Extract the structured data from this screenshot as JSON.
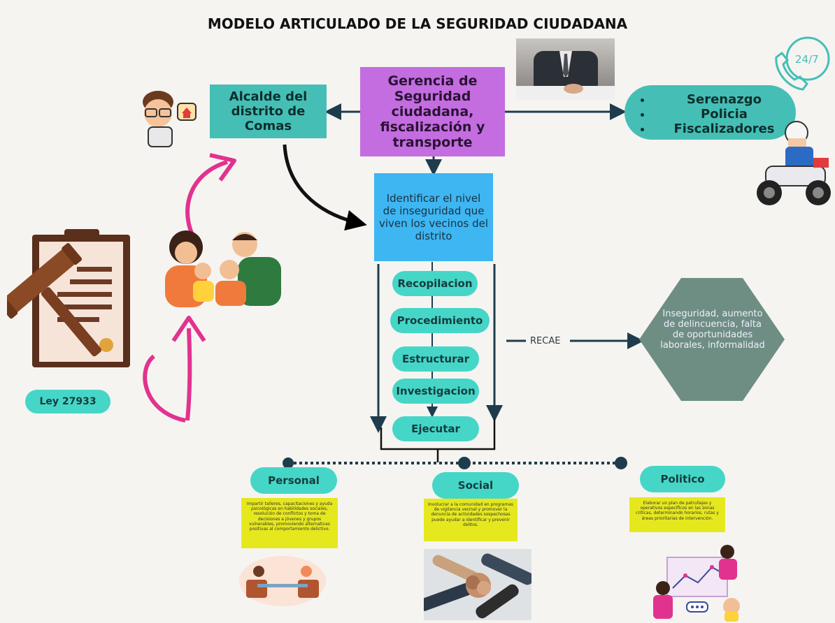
{
  "title": "MODELO ARTICULADO DE LA SEGURIDAD CIUDADANA",
  "alcalde": "Alcalde del distrito de Comas",
  "gerencia": "Gerencia de Seguridad ciudadana, fiscalización y transporte",
  "agents": [
    "Serenazgo",
    "Policia",
    "Fiscalizadores"
  ],
  "identificar": "Identificar el nivel de inseguridad que viven los vecinos del distrito",
  "steps": [
    "Recopilacion",
    "Procedimiento",
    "Estructurar",
    "Investigacion",
    "Ejecutar"
  ],
  "recae": "RECAE",
  "problem": "Inseguridad, aumento de delincuencia, falta de oportunidades laborales, informalidad",
  "ley": "Ley 27933",
  "badge": "24/7",
  "categories": [
    {
      "label": "Personal",
      "text": "Impartir talleres, capacitaciones y ayuda psicológicas en habilidades sociales, resolución de conflictos y toma de decisiones a jóvenes y grupos vulnerables, promoviendo alternativas positivas al comportamiento delictivo."
    },
    {
      "label": "Social",
      "text": "Involucrar a la comunidad en programas de vigilancia vecinal y promover la denuncia de actividades sospechosas puede ayudar a identificar y prevenir delitos."
    },
    {
      "label": "Politico",
      "text": "Elaborar un plan de patrullajes y operativos específicos en las zonas críticas, determinando horarios, rutas y áreas prioritarias de intervención."
    }
  ],
  "colors": {
    "teal": "#45bfb5",
    "purple": "#c36de0",
    "blue": "#3db6f2",
    "pill": "#45d6c8",
    "hexagon": "#6f8e83",
    "note": "#e6e81e",
    "pink": "#e2328f",
    "connector": "#1f3c4d"
  }
}
